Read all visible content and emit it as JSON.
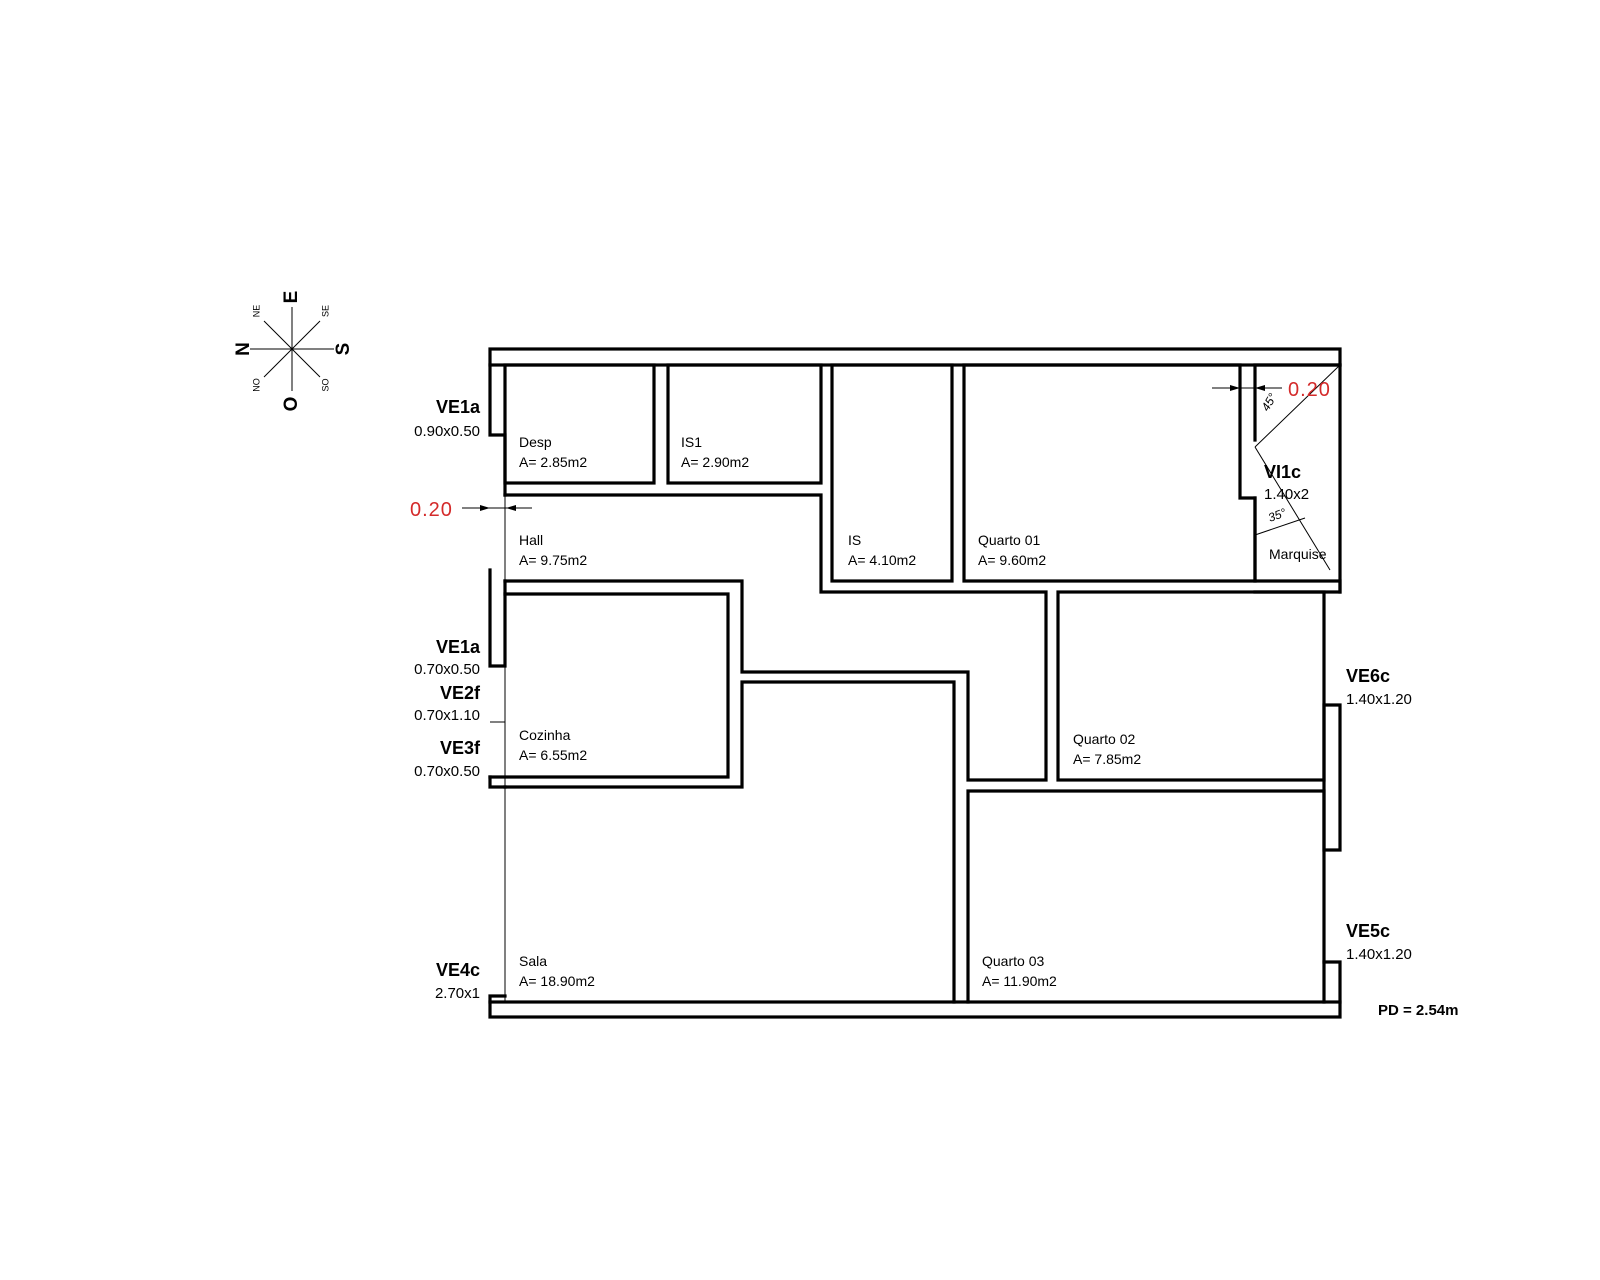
{
  "compass": {
    "main": {
      "n": "N",
      "e": "E",
      "s": "S",
      "o": "O"
    },
    "sub": {
      "ne": "NE",
      "se": "SE",
      "no": "NO",
      "so": "SO"
    }
  },
  "rooms": [
    {
      "id": "desp",
      "name": "Desp",
      "area": "A= 2.85m2"
    },
    {
      "id": "is1",
      "name": "IS1",
      "area": "A= 2.90m2"
    },
    {
      "id": "is",
      "name": "IS",
      "area": "A= 4.10m2"
    },
    {
      "id": "quarto01",
      "name": "Quarto 01",
      "area": "A= 9.60m2"
    },
    {
      "id": "hall",
      "name": "Hall",
      "area": "A= 9.75m2"
    },
    {
      "id": "cozinha",
      "name": "Cozinha",
      "area": "A= 6.55m2"
    },
    {
      "id": "quarto02",
      "name": "Quarto 02",
      "area": "A= 7.85m2"
    },
    {
      "id": "sala",
      "name": "Sala",
      "area": "A= 18.90m2"
    },
    {
      "id": "quarto03",
      "name": "Quarto 03",
      "area": "A= 11.90m2"
    },
    {
      "id": "marquise",
      "name": "Marquise"
    }
  ],
  "windows": [
    {
      "id": "ve1a-top",
      "code": "VE1a",
      "size": "0.90x0.50"
    },
    {
      "id": "ve1a-mid",
      "code": "VE1a",
      "size": "0.70x0.50"
    },
    {
      "id": "ve2f",
      "code": "VE2f",
      "size": "0.70x1.10"
    },
    {
      "id": "ve3f",
      "code": "VE3f",
      "size": "0.70x0.50"
    },
    {
      "id": "ve4c",
      "code": "VE4c",
      "size": "2.70x1"
    },
    {
      "id": "vi1c",
      "code": "VI1c",
      "size": "1.40x2"
    },
    {
      "id": "ve6c",
      "code": "VE6c",
      "size": "1.40x1.20"
    },
    {
      "id": "ve5c",
      "code": "VE5c",
      "size": "1.40x1.20"
    }
  ],
  "dimensions": {
    "wall_left": "0.20",
    "wall_right": "0.20"
  },
  "angles": {
    "a1": "45°",
    "a2": "35°"
  },
  "notes": {
    "pd": "PD = 2.54m"
  }
}
